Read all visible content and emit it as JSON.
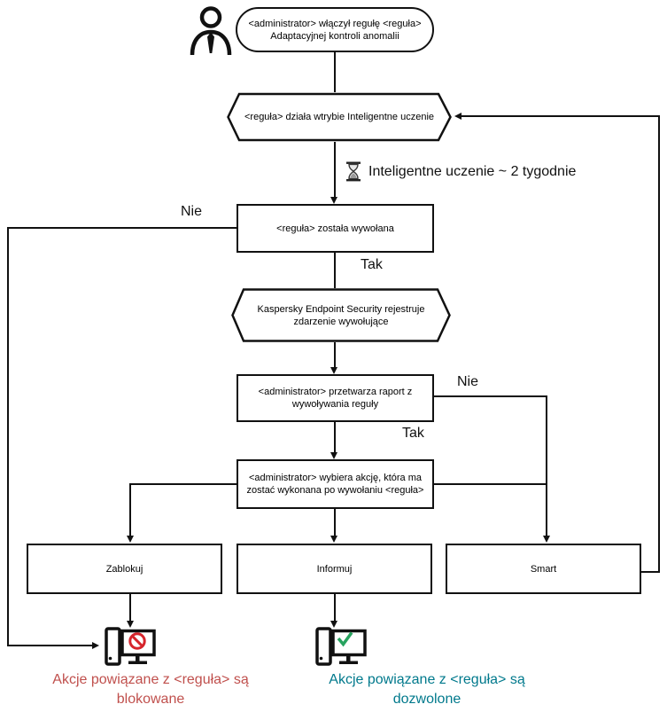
{
  "colors": {
    "line": "#111111",
    "blocked_text": "#c0504d",
    "allowed_text": "#00798c",
    "prohibit_sign": "#d6252c",
    "check_sign": "#27a35f"
  },
  "nodes": {
    "start": {
      "line1": "<administrator> włączył regułę <reguła>",
      "line2": "Adaptacyjnej kontroli anomalii"
    },
    "training_mode": {
      "label": "<reguła> działa wtrybie Inteligentne uczenie"
    },
    "timer": {
      "label": "Inteligentne uczenie ~ 2 tygodnie"
    },
    "rule_triggered": {
      "label": "<reguła> została wywołana"
    },
    "register_event": {
      "line1": "Kaspersky Endpoint Security rejestruje",
      "line2": "zdarzenie wywołujące"
    },
    "process_report": {
      "line1": "<administrator> przetwarza raport z",
      "line2": "wywoływania reguły"
    },
    "choose_action": {
      "line1": "<administrator> wybiera akcję, która ma",
      "line2": "zostać wykonana po wywołaniu <reguła>"
    },
    "action_block": {
      "label": "Zablokuj"
    },
    "action_inform": {
      "label": "Informuj"
    },
    "action_smart": {
      "label": "Smart"
    }
  },
  "edge_labels": {
    "no_left": "Nie",
    "yes_top": "Tak",
    "no_right": "Nie",
    "yes_bottom": "Tak"
  },
  "outcomes": {
    "blocked": {
      "line1": "Akcje powiązane z <reguła> są",
      "line2": "blokowane",
      "style": "color:#c0504d"
    },
    "allowed": {
      "line1": "Akcje powiązane z <reguła> są",
      "line2": "dozwolone",
      "style": "color:#00798c"
    }
  }
}
